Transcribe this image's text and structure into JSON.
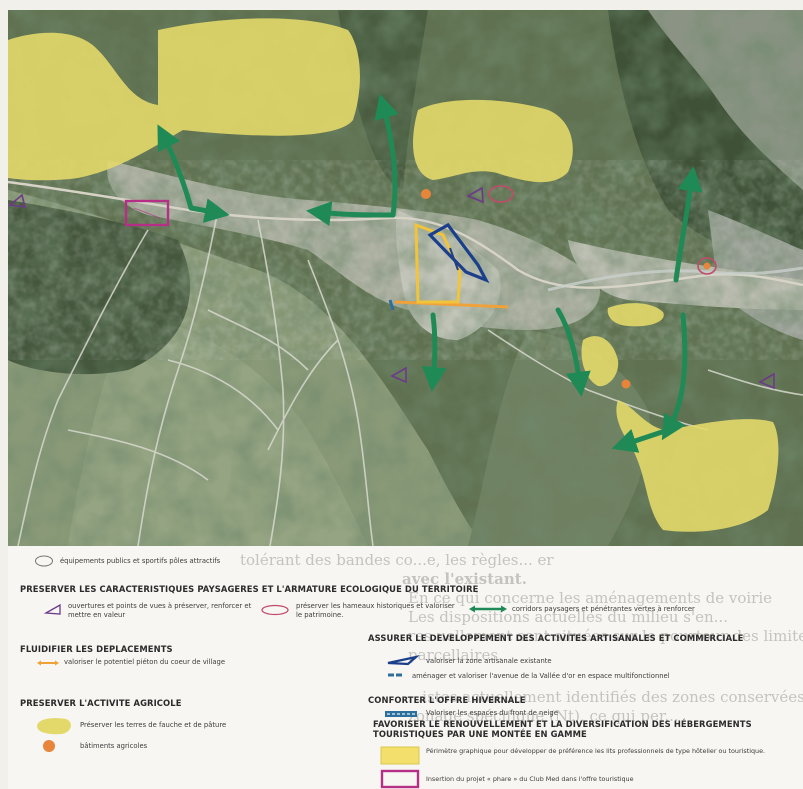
{
  "legend": {
    "equipements": "équipements publics et sportifs pôles attractifs",
    "sections": {
      "paysage": {
        "title": "PRESERVER LES CARACTERISTIQUES PAYSAGERES ET L'ARMATURE ECOLOGIQUE DU TERRITOIRE",
        "items": [
          "ouvertures et points de vues à préserver, renforcer et mettre en valeur",
          "préserver les hameaux historiques et valoriser le patrimoine.",
          "corridors paysagers et pénétrantes vertes à renforcer"
        ]
      },
      "deplacements": {
        "title": "FLUIDIFIER LES DEPLACEMENTS",
        "items": [
          "valoriser le potentiel piéton du coeur de village"
        ]
      },
      "artisanal": {
        "title": "ASSURER LE DEVELOPPEMENT DES ACTIVITES ARTISANALES ET COMMERCIALE",
        "items": [
          "valoriser la zone artisanale existante",
          "aménager et valoriser l'avenue de la Vallée d'or en espace multifonctionnel"
        ]
      },
      "agricole": {
        "title": "PRESERVER L'ACTIVITE AGRICOLE",
        "items": [
          "Préserver les terres de fauche et de pâture",
          "bâtiments agricoles"
        ]
      },
      "hivernale": {
        "title": "CONFORTER L'OFFRE HIVERNALE",
        "items": [
          "Valoriser les espaces du front de neige"
        ]
      },
      "hebergements": {
        "title": "FAVORISER LE RENOUVELLEMENT ET LA DIVERSIFICATION DES HÉBERGEMENTS TOURISTIQUES PAR UNE MONTÉE EN GAMME",
        "items": [
          "Périmètre graphique pour développer de préférence les lits professionnels de type hôtelier ou touristique.",
          "Insertion du projet « phare » du Club Med dans l'offre touristique"
        ]
      }
    },
    "ghost_lines": [
      "tolérant des bandes co...e, les règles... er",
      "avec l'existant.",
      "En ce qui concerne les aménagements de voirie",
      "Les dispositions actuelles du milieu s'en...",
      "res    uellement sont situées sur le pourtour des limites",
      "parcellaires.",
      "...istes actuellement identifiés des zones conservées",
      "zonage spécifique (Nt), ce qui per..."
    ]
  },
  "colors": {
    "agri_zone": "#e3d96a",
    "corridor": "#1f8a55",
    "pedestrian": "#f0a23a",
    "artisanal": "#1c3f8c",
    "avenue": "#2d6e9c",
    "hamlet": "#c34a6a",
    "viewpoint": "#6d3a8a",
    "farm": "#e7853a",
    "hotel_perimeter": "#f2df6c",
    "club_med": "#b52f86"
  }
}
